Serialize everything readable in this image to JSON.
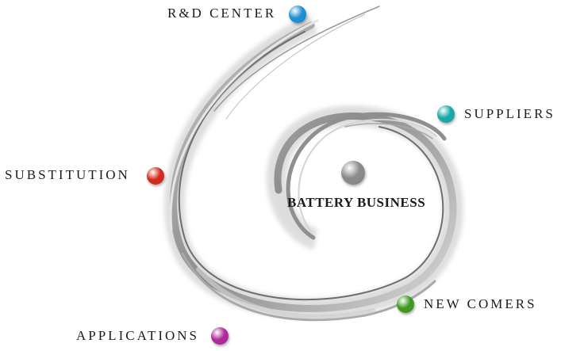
{
  "center": {
    "label": "BATTERY BUSINESS",
    "color": "#8a8a8a"
  },
  "nodes": [
    {
      "id": "rd-center",
      "label": "R&D CENTER",
      "color": "#1c8fd6"
    },
    {
      "id": "suppliers",
      "label": "SUPPLIERS",
      "color": "#19a9a8"
    },
    {
      "id": "substitution",
      "label": "SUBSTITUTION",
      "color": "#d32a1e"
    },
    {
      "id": "new-comers",
      "label": "NEW COMERS",
      "color": "#3f9a1f"
    },
    {
      "id": "applications",
      "label": "APPLICATIONS",
      "color": "#b02a9a"
    }
  ]
}
